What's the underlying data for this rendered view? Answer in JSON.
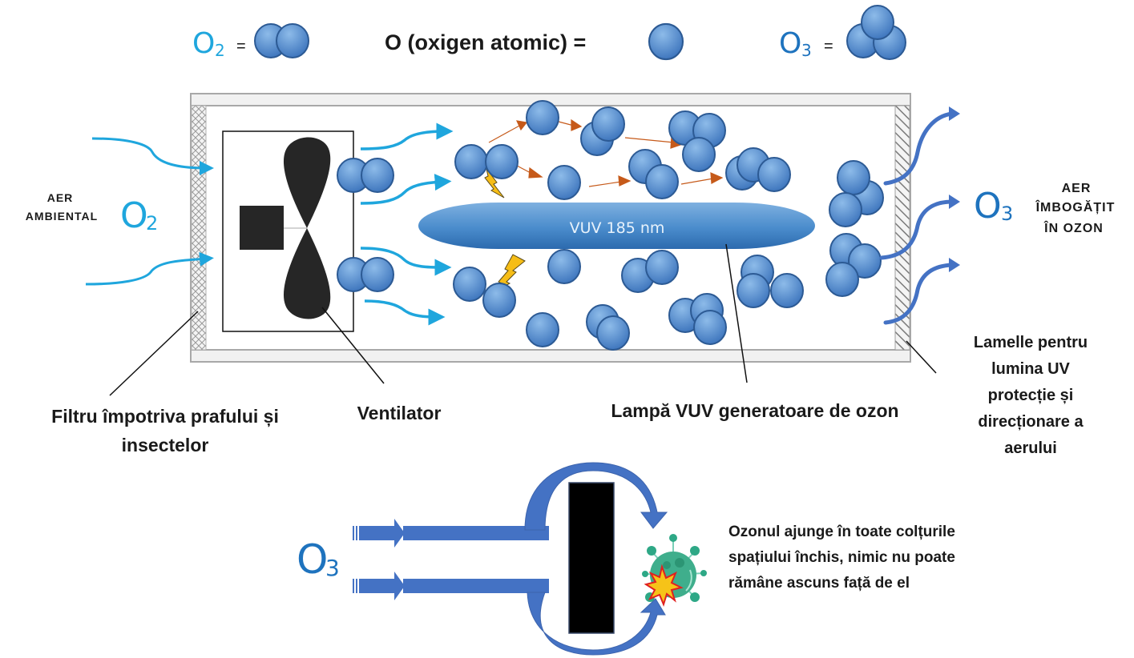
{
  "legend": {
    "o2": {
      "symbol": "O",
      "subscript": "2",
      "equals": "="
    },
    "o_atomic": {
      "label": "O (oxigen atomic) ="
    },
    "o3": {
      "symbol": "O",
      "subscript": "3",
      "equals": "="
    }
  },
  "inlet": {
    "line1": "AER",
    "line2": "AMBIENTAL",
    "formula_symbol": "O",
    "formula_subscript": "2"
  },
  "outlet": {
    "formula_symbol": "O",
    "formula_subscript": "3",
    "line1": "AER",
    "line2": "ÎMBOGĂȚIT",
    "line3": "ÎN OZON"
  },
  "lamp": {
    "label": "VUV  185 nm"
  },
  "callouts": {
    "filter": {
      "line1": "Filtru împotriva prafului și",
      "line2": "insectelor"
    },
    "fan": {
      "line1": "Ventilator"
    },
    "lamp": {
      "line1": "Lampă VUV generatoare de ozon"
    },
    "louvres": {
      "line1": "Lamelle pentru",
      "line2": "lumina UV",
      "line3": "protecție și",
      "line4": "direcționare a",
      "line5": "aerului"
    }
  },
  "bottom": {
    "formula_symbol": "O",
    "formula_subscript": "3",
    "description": {
      "line1": "Ozonul ajunge în toate colțurile",
      "line2": "spațiului închis, nimic nu poate",
      "line3": "rămâne ascuns față de el"
    }
  },
  "colors": {
    "molecule_fill_top": "#7fb0e4",
    "molecule_fill_bottom": "#3f78c0",
    "molecule_stroke": "#2c5a94",
    "airflow_in": "#1fa6dd",
    "airflow_out": "#4472c4",
    "reaction_arrow": "#c65a1a",
    "lightning": "#f6bd16",
    "lamp": "#3f80c4",
    "virus": "#2ea886"
  }
}
